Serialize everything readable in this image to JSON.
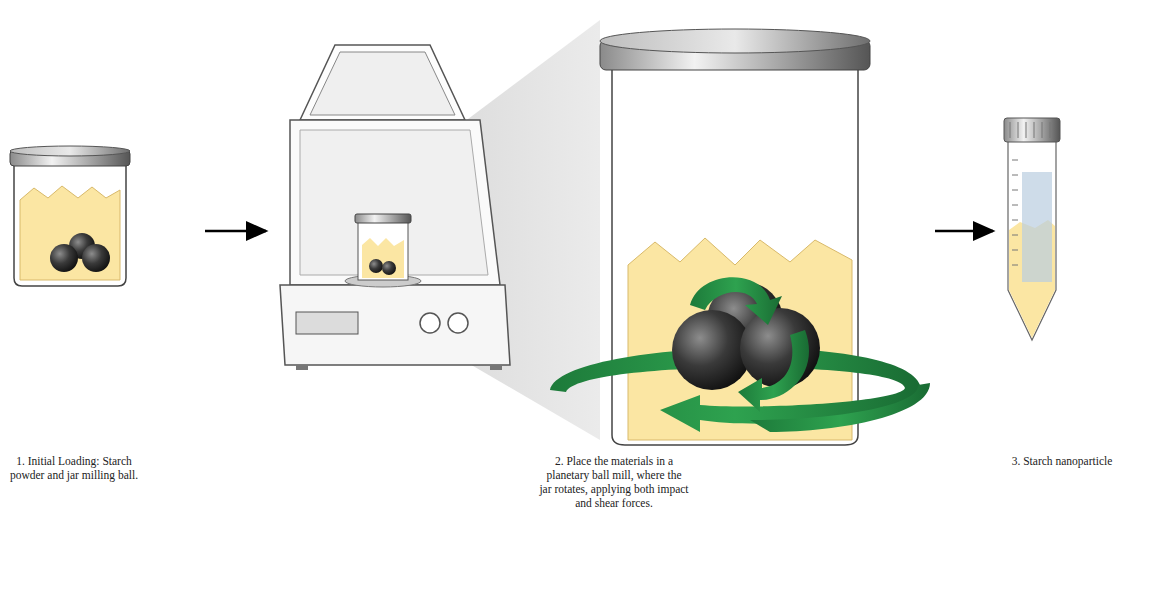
{
  "diagram": {
    "labels": [
      "1. Initial Loading: Starch powder and jar milling ball.",
      "2. Place the materials in a planetary ball mill, where the jar rotates, applying both impact and shear forces.",
      "3. Starch nanoparticle"
    ]
  }
}
